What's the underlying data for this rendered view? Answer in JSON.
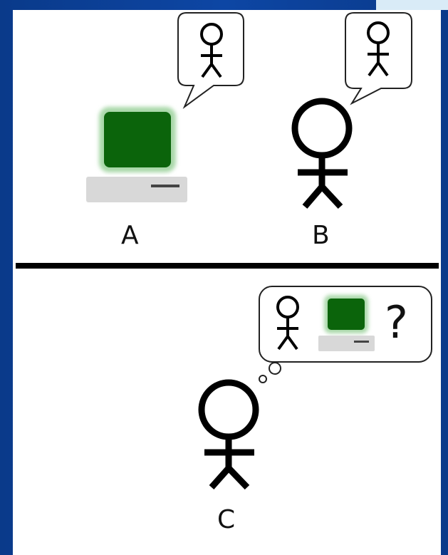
{
  "labels": {
    "a": "A",
    "b": "B",
    "c": "C",
    "question": "?"
  },
  "colors": {
    "background_blue": "#0d46a4",
    "panel": "#ffffff",
    "screen_green": "#0b640b",
    "screen_glow": "#a9d8a9",
    "computer_gray": "#d8d8d8",
    "ink": "#000000"
  },
  "icons": [
    "speech-bubble",
    "person-icon",
    "computer-icon",
    "thought-bubble"
  ]
}
